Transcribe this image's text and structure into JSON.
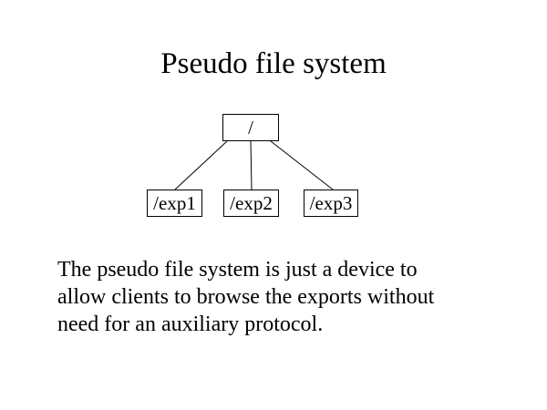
{
  "slide": {
    "title": "Pseudo file system",
    "tree": {
      "type": "tree",
      "root": {
        "label": "/"
      },
      "children": [
        {
          "label": "/exp1"
        },
        {
          "label": "/exp2"
        },
        {
          "label": "/exp3"
        }
      ]
    },
    "body": {
      "lines": [
        "The pseudo file system is just a device to",
        "allow clients to browse the exports without",
        "need for an auxiliary protocol."
      ],
      "full_text": "The pseudo file system is just a device to allow clients to browse the exports without need for an auxiliary protocol."
    },
    "colors": {
      "background": "#ffffff",
      "text": "#000000",
      "line": "#000000"
    }
  }
}
